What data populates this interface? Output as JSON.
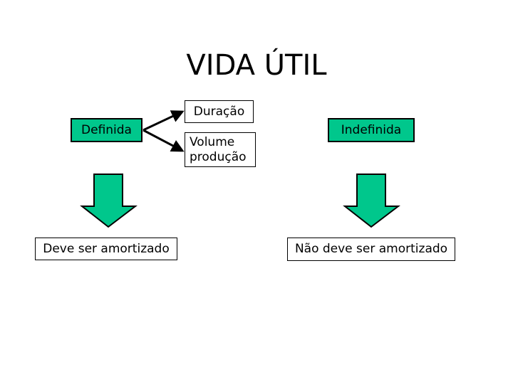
{
  "slide": {
    "title": "VIDA ÚTIL",
    "background_color": "#FFFFFF",
    "accent_green": "#00C78C",
    "outline_color": "#000000"
  },
  "nodes": {
    "definida": {
      "label": "Definida",
      "fill": "#00C78C"
    },
    "indefinida": {
      "label": "Indefinida",
      "fill": "#00C78C"
    },
    "duracao": {
      "label": "Duração",
      "fill": "#FFFFFF"
    },
    "volume": {
      "line1": "Volume",
      "line2": "produção",
      "fill": "#FFFFFF"
    },
    "amortizado": {
      "label": "Deve ser amortizado",
      "fill": "#FFFFFF"
    },
    "nao_amortizado": {
      "label": "Não deve ser amortizado",
      "fill": "#FFFFFF"
    }
  },
  "connectors": [
    {
      "name": "definida-to-duracao",
      "from": "definida",
      "to": "duracao",
      "style": "arrow"
    },
    {
      "name": "definida-to-volume",
      "from": "definida",
      "to": "volume",
      "style": "arrow"
    }
  ],
  "block_arrows": [
    {
      "name": "left-down-arrow",
      "from": "definida",
      "to": "amortizado",
      "fill": "#00C78C",
      "direction": "down"
    },
    {
      "name": "right-down-arrow",
      "from": "indefinida",
      "to": "nao_amortizado",
      "fill": "#00C78C",
      "direction": "down"
    }
  ]
}
